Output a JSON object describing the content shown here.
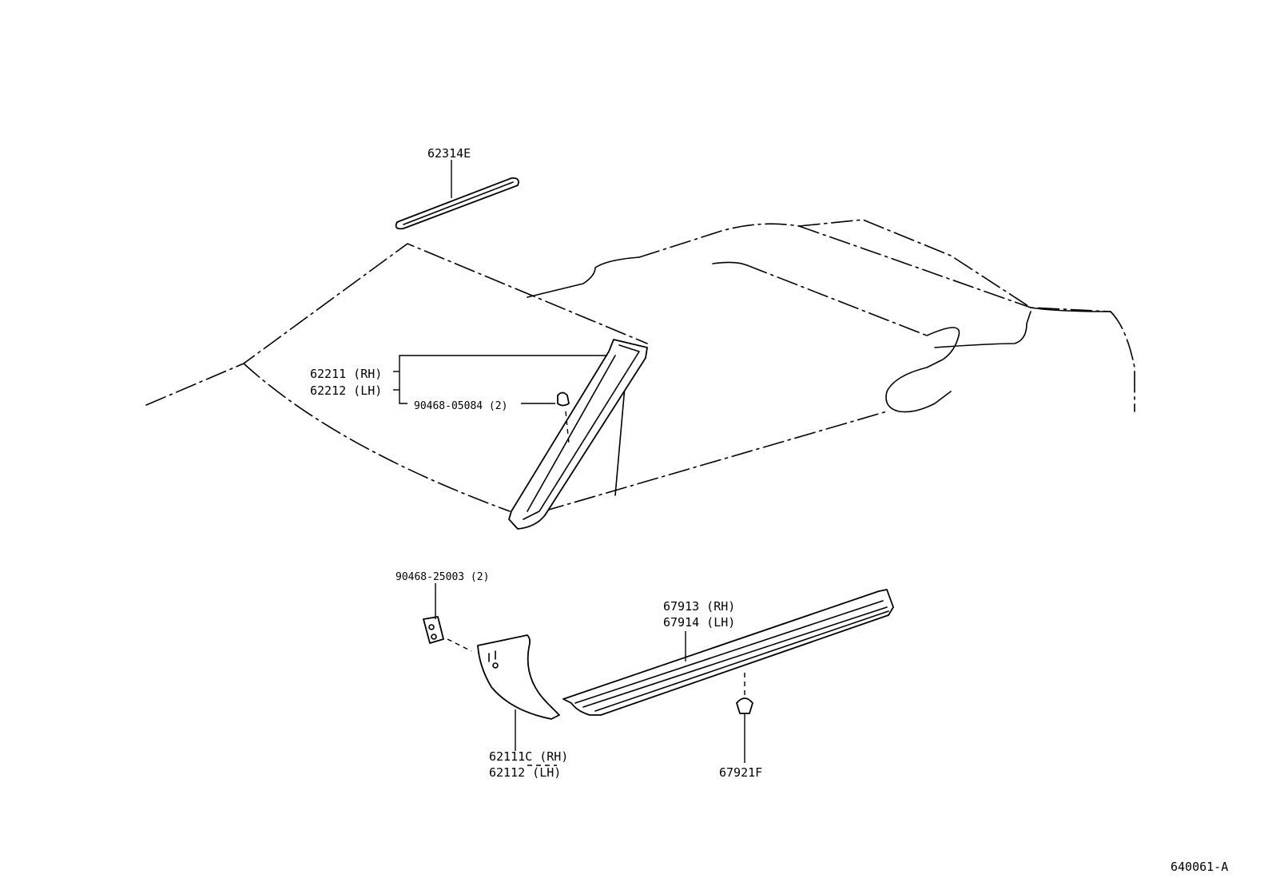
{
  "labels": {
    "molding_top": "62314E",
    "pillar_rh": "62211 (RH)",
    "pillar_lh": "62212 (LH)",
    "pillar_clip": "90468-05084 (2)",
    "cowl_clip": "90468-25003 (2)",
    "cowl_rh": "62111C (RH)",
    "cowl_lh": "62112   (LH)",
    "scuff_rh": "67913 (RH)",
    "scuff_lh": "67914 (LH)",
    "scuff_clip": "67921F",
    "diagram_id": "640061-A"
  }
}
